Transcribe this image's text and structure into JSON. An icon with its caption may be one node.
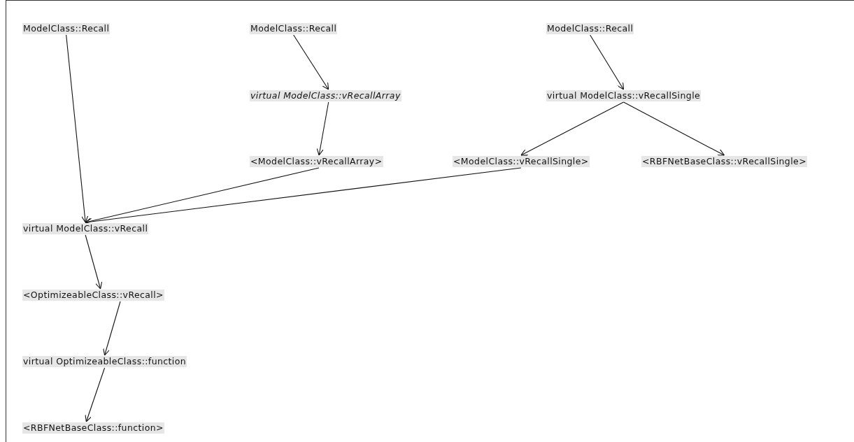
{
  "diagram": {
    "nodes": [
      {
        "text": [
          "ModelClass::Recall"
        ]
      },
      {
        "text": [
          "ModelClass::Recall"
        ]
      },
      {
        "text": [
          "ModelClass::Recall"
        ]
      },
      {
        "text": [
          "virtual ModelClass::vRecallArray"
        ]
      },
      {
        "text": [
          "virtual ModelClass::vRecallSingle"
        ]
      },
      {
        "text": [
          "<ModelClass::vRecallArray>"
        ]
      },
      {
        "text": [
          "<ModelClass::vRecallSingle>"
        ]
      },
      {
        "text": [
          "<RBFNetBaseClass::vRecallSingle>"
        ]
      },
      {
        "text": [
          "virtual ModelClass::vRecall"
        ]
      },
      {
        "text": [
          "<OptimizeableClass::vRecall>"
        ]
      },
      {
        "text": [
          "virtual OptimizeableClass::function"
        ]
      },
      {
        "text": [
          "<RBFNetBaseClass::function>"
        ]
      }
    ],
    "edges": [
      {
        "from": 0,
        "to": 8,
        "arrow": "to"
      },
      {
        "from": 1,
        "to": 3,
        "arrow": "to"
      },
      {
        "from": 3,
        "to": 5,
        "arrow": "to"
      },
      {
        "from": 2,
        "to": 4,
        "arrow": "to"
      },
      {
        "from": 4,
        "to": 6,
        "arrow": "to"
      },
      {
        "from": 4,
        "to": 7,
        "arrow": "to"
      },
      {
        "from": 5,
        "to": 8,
        "arrow": "to"
      },
      {
        "from": 6,
        "to": 8,
        "arrow": "to"
      },
      {
        "from": 8,
        "to": 9,
        "arrow": "to"
      },
      {
        "from": 9,
        "to": 10,
        "arrow": "to"
      },
      {
        "from": 10,
        "to": 11,
        "arrow": "to"
      }
    ]
  }
}
